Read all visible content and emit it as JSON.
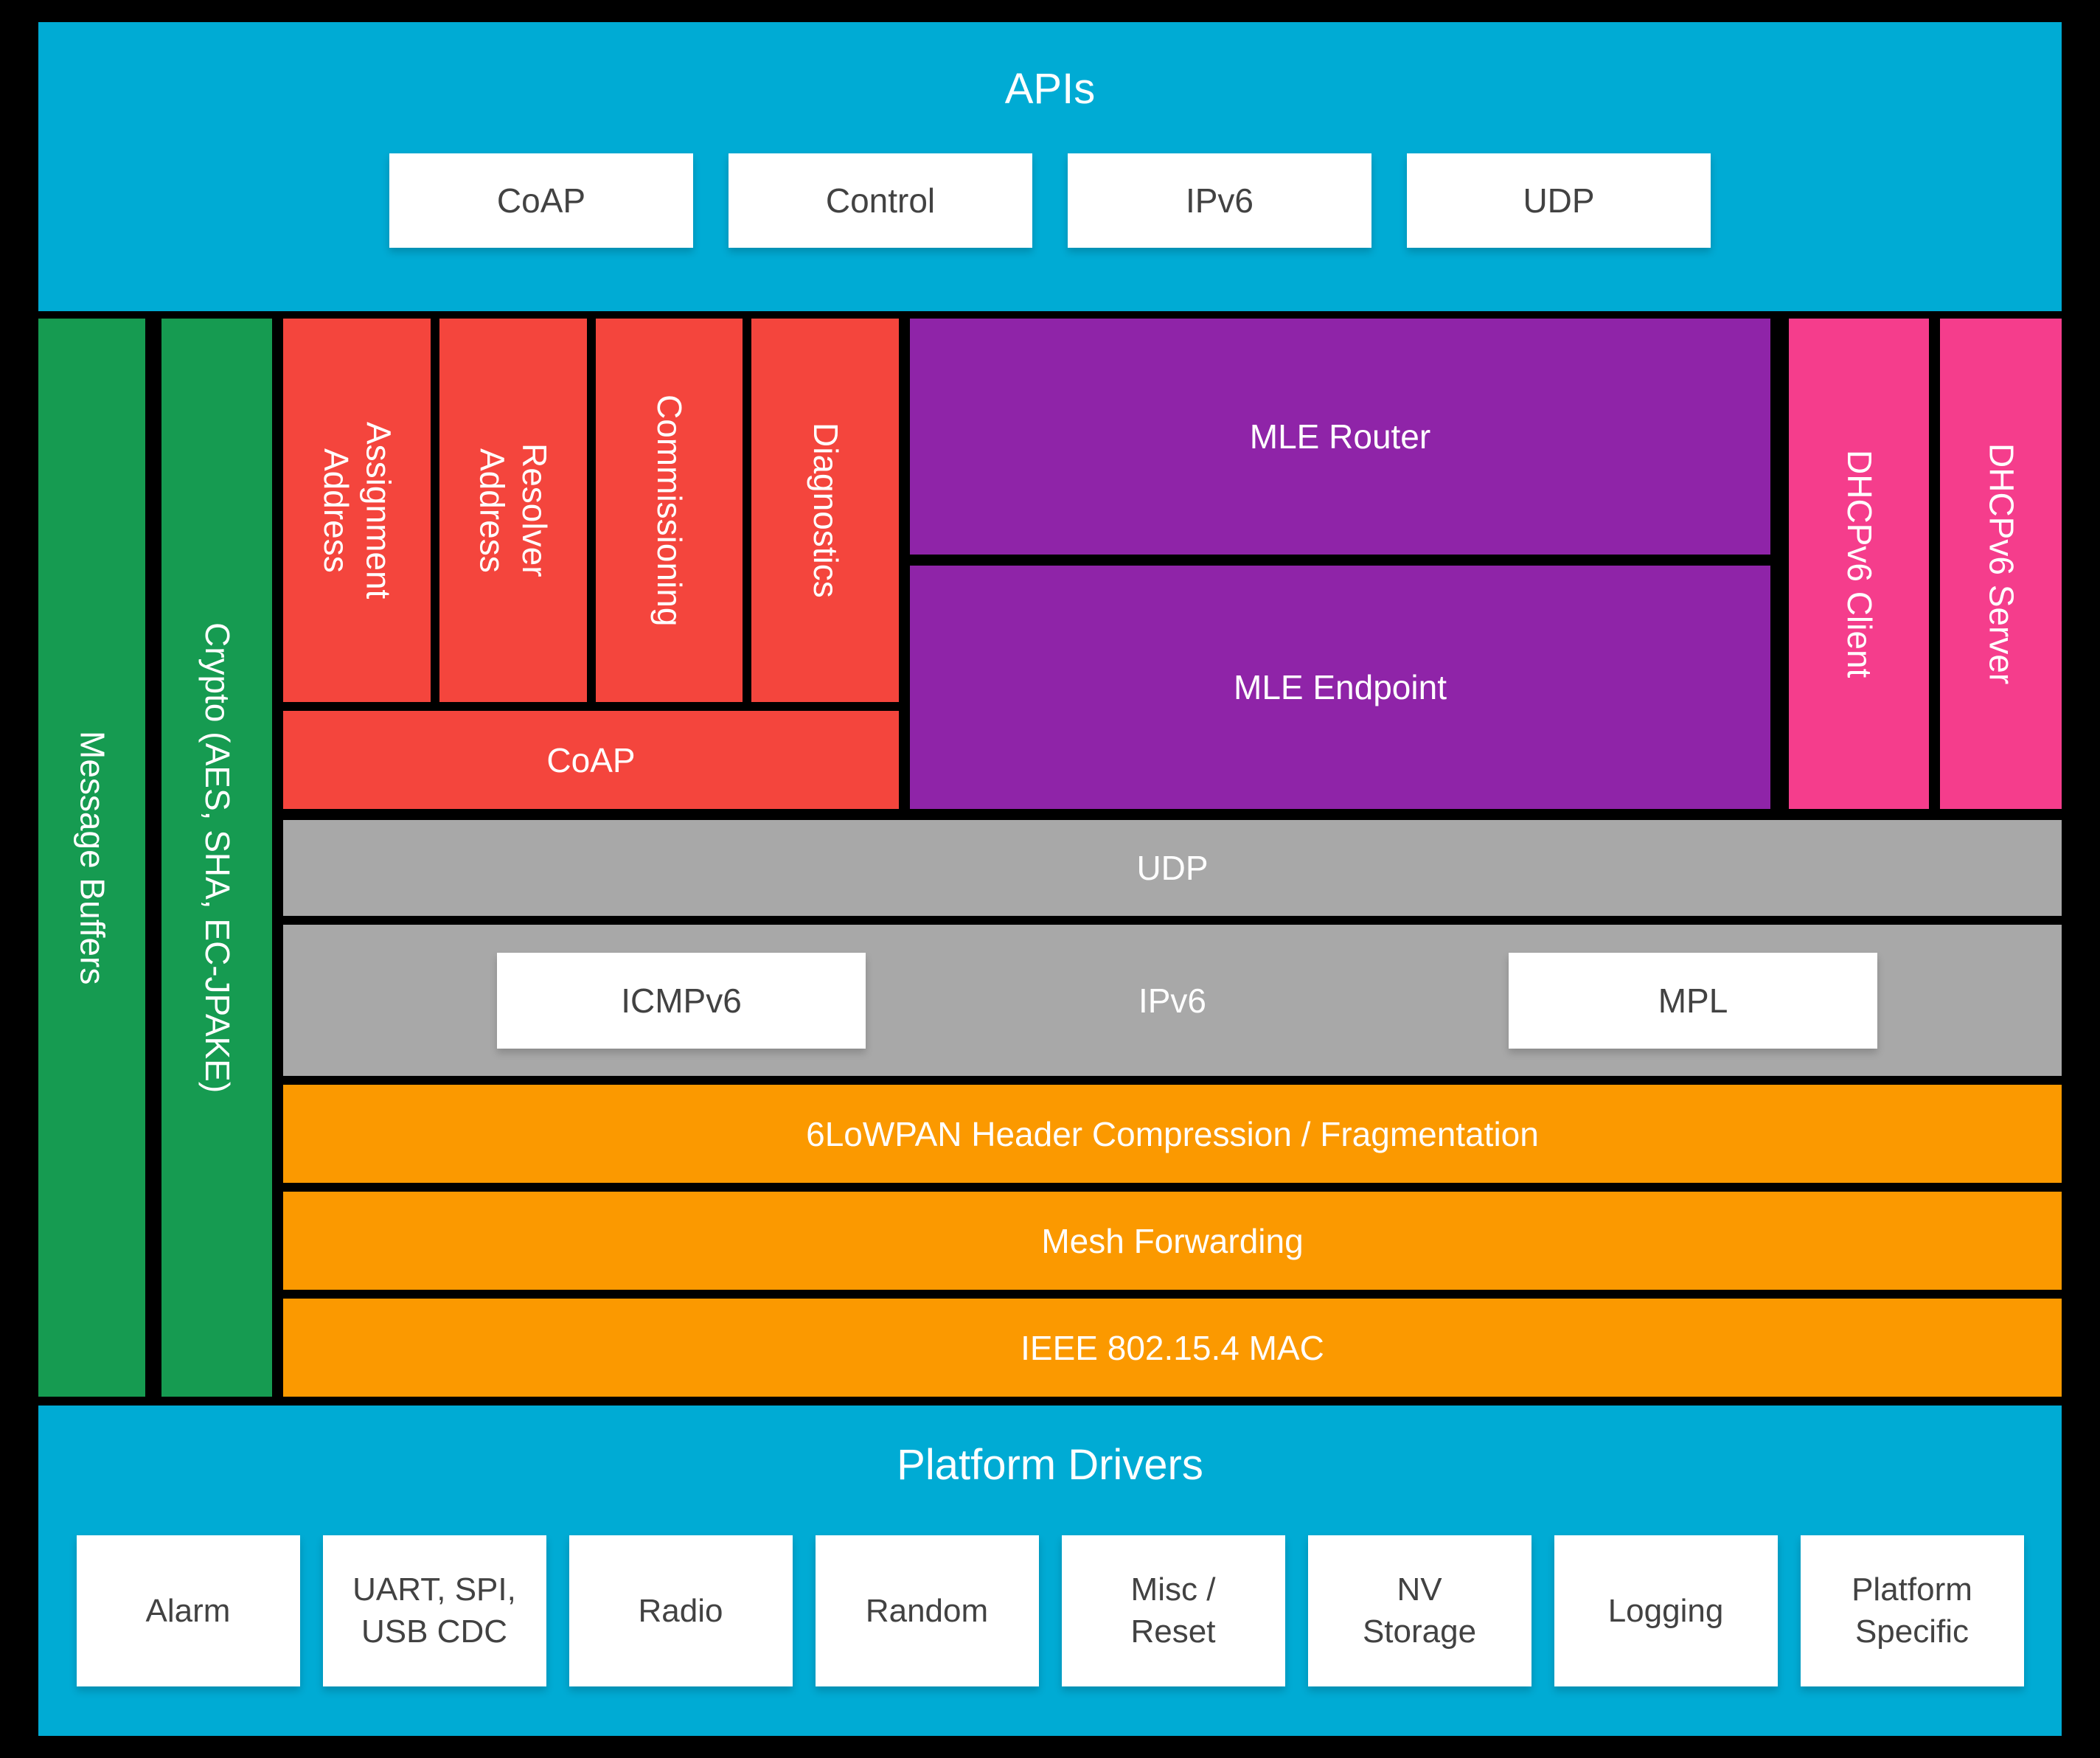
{
  "colors": {
    "background": "#000000",
    "cyan": "#00abd4",
    "green": "#169b51",
    "red": "#f4453d",
    "purple": "#8f24a8",
    "pink": "#f53d8c",
    "gray": "#a8a8a8",
    "orange": "#fb9900",
    "box_text": "#424242",
    "text": "#ffffff"
  },
  "api_band": {
    "title": "APIs",
    "boxes": [
      "CoAP",
      "Control",
      "IPv6",
      "UDP"
    ]
  },
  "side_columns": [
    "Message Buffers",
    "Crypto (AES, SHA, EC-JPAKE)"
  ],
  "core": {
    "red_modules": [
      [
        "Address",
        "Assignment"
      ],
      [
        "Address",
        "Resolver"
      ],
      [
        "Commissioning"
      ],
      [
        "Diagnostics"
      ]
    ],
    "coap_bar": "CoAP",
    "mle_router": "MLE Router",
    "mle_endpoint": "MLE Endpoint",
    "dhcp_client": "DHCPv6 Client",
    "dhcp_server": "DHCPv6 Server",
    "udp_bar": "UDP",
    "ipv6_bar": {
      "label": "IPv6",
      "icmp": "ICMPv6",
      "mpl": "MPL"
    },
    "lowpan_bar": "6LoWPAN Header Compression / Fragmentation",
    "mesh_bar": "Mesh Forwarding",
    "mac_bar": "IEEE 802.15.4 MAC"
  },
  "platform_band": {
    "title": "Platform Drivers",
    "boxes": [
      [
        "Alarm"
      ],
      [
        "UART, SPI,",
        "USB CDC"
      ],
      [
        "Radio"
      ],
      [
        "Random"
      ],
      [
        "Misc /",
        "Reset"
      ],
      [
        "NV",
        "Storage"
      ],
      [
        "Logging"
      ],
      [
        "Platform",
        "Specific"
      ]
    ]
  }
}
